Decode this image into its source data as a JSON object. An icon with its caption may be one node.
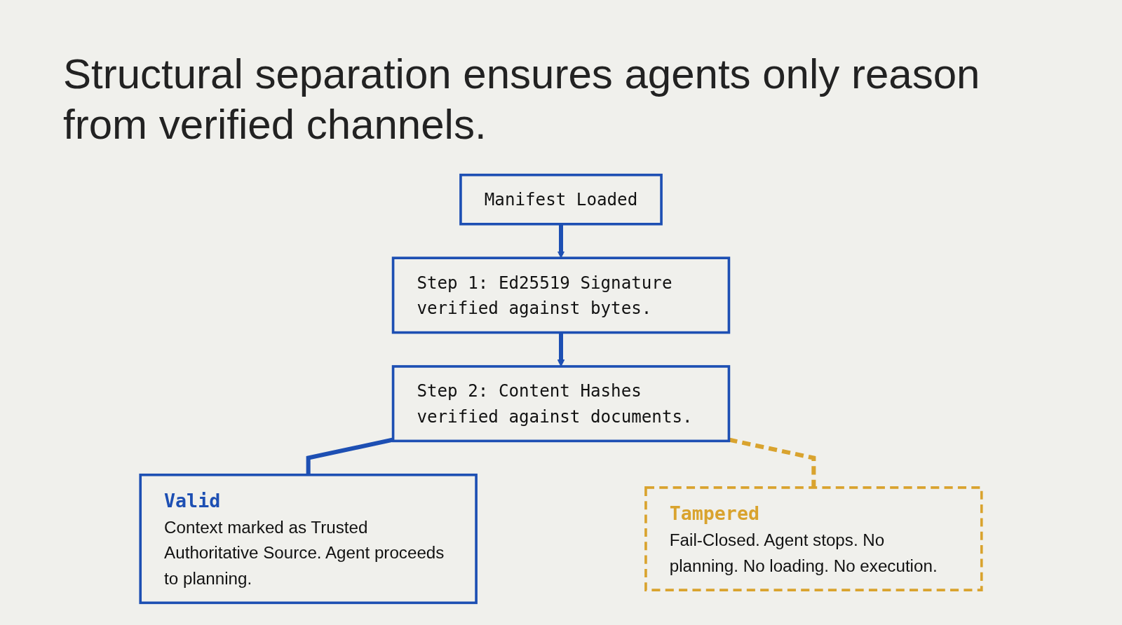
{
  "diagram": {
    "title": "Structural separation ensures agents only reason from verified channels.",
    "nodes": [
      {
        "text": [
          "Manifest Loaded"
        ]
      },
      {
        "text": [
          "Step 1: Ed25519 Signature verified against bytes."
        ]
      },
      {
        "text": [
          "Step 2: Content Hashes verified against documents."
        ]
      },
      {
        "text": [
          "Valid",
          "Context marked as Trusted Authoritative Source. Agent proceeds to planning."
        ]
      },
      {
        "text": [
          "Tampered",
          "Fail-Closed. Agent stops. No planning. No loading. No execution."
        ]
      }
    ],
    "edges": [
      {
        "from": 0,
        "to": 1,
        "arrow": "to"
      },
      {
        "from": 1,
        "to": 2,
        "arrow": "to"
      },
      {
        "from": 2,
        "to": 3,
        "arrow": "none"
      },
      {
        "from": 2,
        "to": 4,
        "arrow": "none",
        "style": "dashed",
        "color": "#d9a32e"
      }
    ]
  }
}
